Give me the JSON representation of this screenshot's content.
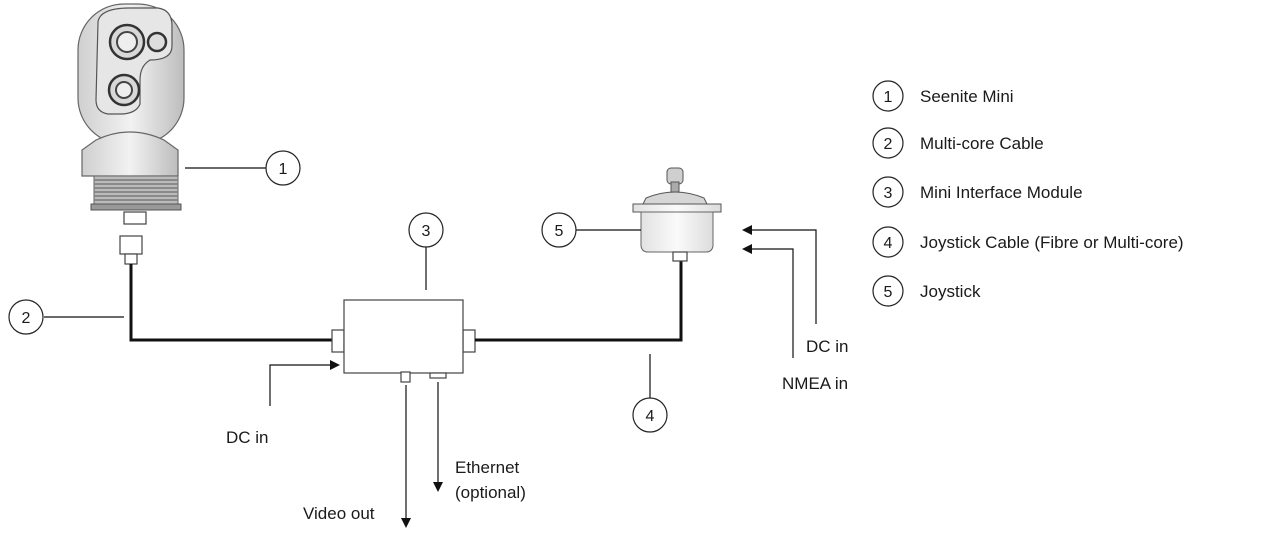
{
  "callouts": [
    "1",
    "2",
    "3",
    "4",
    "5"
  ],
  "legend": [
    {
      "number": "1",
      "label": "Seenite Mini"
    },
    {
      "number": "2",
      "label": "Multi-core Cable"
    },
    {
      "number": "3",
      "label": "Mini Interface Module"
    },
    {
      "number": "4",
      "label": "Joystick Cable (Fibre or Multi-core)"
    },
    {
      "number": "5",
      "label": "Joystick"
    }
  ],
  "labels": {
    "module_dc_in": "DC in",
    "video_out": "Video out",
    "ethernet_line1": "Ethernet",
    "ethernet_line2": "(optional)",
    "joystick_dc_in": "DC in",
    "nmea_in": "NMEA in"
  }
}
